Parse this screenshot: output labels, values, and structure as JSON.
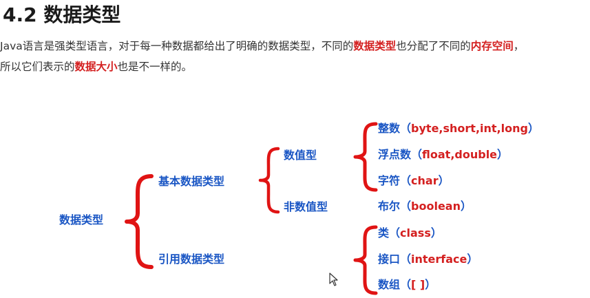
{
  "heading": "4.2 数据类型",
  "intro": {
    "line1": [
      {
        "text": "Java语言是强类型语言，对于每一种数据都给出了明确的数据类型，不同的",
        "hl": false
      },
      {
        "text": "数据类型",
        "hl": true
      },
      {
        "text": "也分配了不同的",
        "hl": false
      },
      {
        "text": "内存空间",
        "hl": true
      },
      {
        "text": "，",
        "hl": false
      }
    ],
    "line2": [
      {
        "text": "所以它们表示的",
        "hl": false
      },
      {
        "text": "数据大小",
        "hl": true
      },
      {
        "text": "也是不一样的。",
        "hl": false
      }
    ]
  },
  "tree": {
    "root": "数据类型",
    "primitive": "基本数据类型",
    "reference": "引用数据类型",
    "numeric": "数值型",
    "non_numeric": "非数值型",
    "integer": {
      "label": "整数",
      "kw": "byte,short,int,long"
    },
    "float": {
      "label": "浮点数",
      "kw": "float,double"
    },
    "char": {
      "label": "字符",
      "kw": "char"
    },
    "boolean": {
      "label": "布尔",
      "kw": "boolean"
    },
    "class": {
      "label": "类",
      "kw": "class"
    },
    "interface": {
      "label": "接口",
      "kw": "interface"
    },
    "array": {
      "label": "数组",
      "kw": "[ ]"
    },
    "lparen": "（",
    "rparen": "）"
  },
  "colors": {
    "accent_red": "#d42020",
    "node_blue": "#1a56c4",
    "brace_red": "#e01414"
  }
}
